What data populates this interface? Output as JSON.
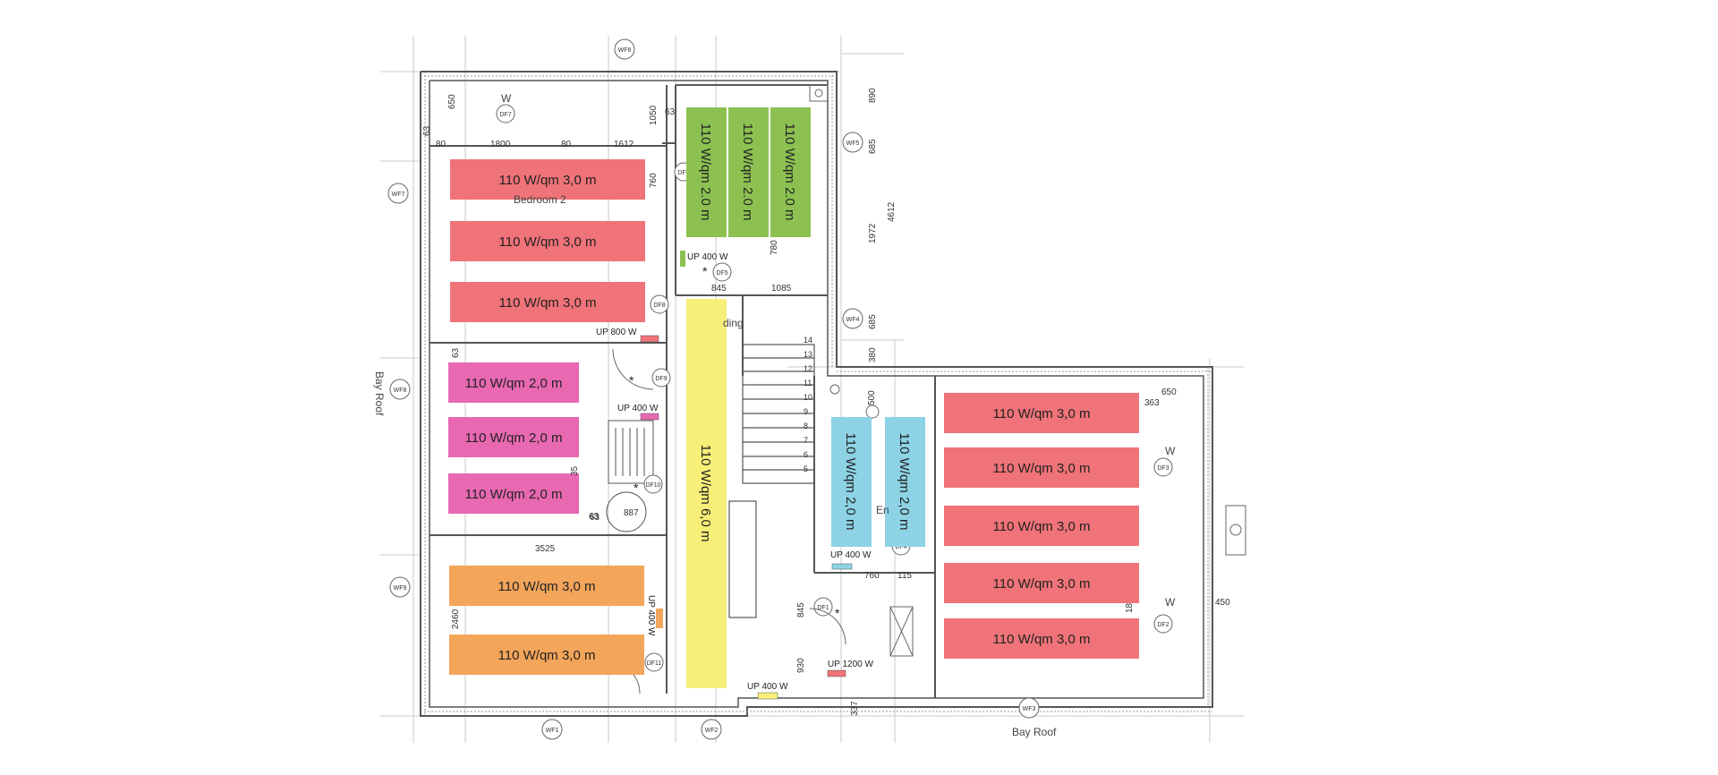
{
  "heaters": [
    {
      "id": "h1",
      "label": "110 W/qm 3,0 m",
      "color": "#ef7378"
    },
    {
      "id": "h2",
      "label": "110 W/qm 3,0 m",
      "color": "#ef7378"
    },
    {
      "id": "h3",
      "label": "110 W/qm 3,0 m",
      "color": "#ef7378"
    },
    {
      "id": "h4",
      "label": "110 W/qm 2,0 m",
      "color": "#e868b2"
    },
    {
      "id": "h5",
      "label": "110 W/qm 2,0 m",
      "color": "#e868b2"
    },
    {
      "id": "h6",
      "label": "110 W/qm 2,0 m",
      "color": "#e868b2"
    },
    {
      "id": "h7",
      "label": "110 W/qm 3,0 m",
      "color": "#f3a55a"
    },
    {
      "id": "h8",
      "label": "110 W/qm 3,0 m",
      "color": "#f3a55a"
    },
    {
      "id": "h9",
      "label": "110 W/qm 2.0 m",
      "color": "#8cc152"
    },
    {
      "id": "h10",
      "label": "110 W/qm 2.0 m",
      "color": "#8cc152"
    },
    {
      "id": "h11",
      "label": "110 W/qm 2.0 m",
      "color": "#8cc152"
    },
    {
      "id": "h12",
      "label": "110 W/qm 6,0 m",
      "color": "#f8ef78"
    },
    {
      "id": "h13",
      "label": "110 W/qm 2,0 m",
      "color": "#8dd3e5"
    },
    {
      "id": "h14",
      "label": "110 W/qm 2,0 m",
      "color": "#8dd3e5"
    },
    {
      "id": "h15",
      "label": "110 W/qm 3,0 m",
      "color": "#ef7378"
    },
    {
      "id": "h16",
      "label": "110 W/qm 3,0 m",
      "color": "#ef7378"
    },
    {
      "id": "h17",
      "label": "110 W/qm 3,0 m",
      "color": "#ef7378"
    },
    {
      "id": "h18",
      "label": "110 W/qm 3,0 m",
      "color": "#ef7378"
    },
    {
      "id": "h19",
      "label": "110 W/qm 3,0 m",
      "color": "#ef7378"
    }
  ],
  "underfloor_units": [
    {
      "label": "UP 400 W"
    },
    {
      "label": "UP 800 W"
    },
    {
      "label": "UP 400 W"
    },
    {
      "label": "UP 400 W"
    },
    {
      "label": "UP 400 W"
    },
    {
      "label": "UP 1200 W"
    },
    {
      "label": "UP 400 W"
    }
  ],
  "dimensions": [
    "650",
    "63",
    "1050",
    "63",
    "80",
    "1800",
    "80",
    "1612",
    "760",
    "845",
    "1085",
    "780",
    "890",
    "685",
    "1972",
    "4612",
    "685",
    "380",
    "63",
    "35",
    "63",
    "3525",
    "2460",
    "845",
    "930",
    "337",
    "650",
    "363",
    "18",
    "450",
    "760",
    "115",
    "500",
    "63"
  ],
  "window_tags": [
    "WF6",
    "WF5",
    "WF7",
    "WF4",
    "WF8",
    "WF9",
    "WF1",
    "WF2",
    "WF3"
  ],
  "door_tags": [
    "DF7",
    "DF6",
    "DF5",
    "DF8",
    "DF9",
    "DF10",
    "DF11",
    "DF1",
    "DF3",
    "DF2",
    "DF4"
  ],
  "room_labels": [
    "Bedroom 2",
    "ding",
    "En",
    "887",
    "W",
    "W",
    "W"
  ],
  "side_labels": [
    "Bay Roof",
    "Bay Roof"
  ],
  "stair_numbers": [
    "14",
    "13",
    "12",
    "11",
    "10",
    "9",
    "8",
    "7",
    "6",
    "5"
  ]
}
